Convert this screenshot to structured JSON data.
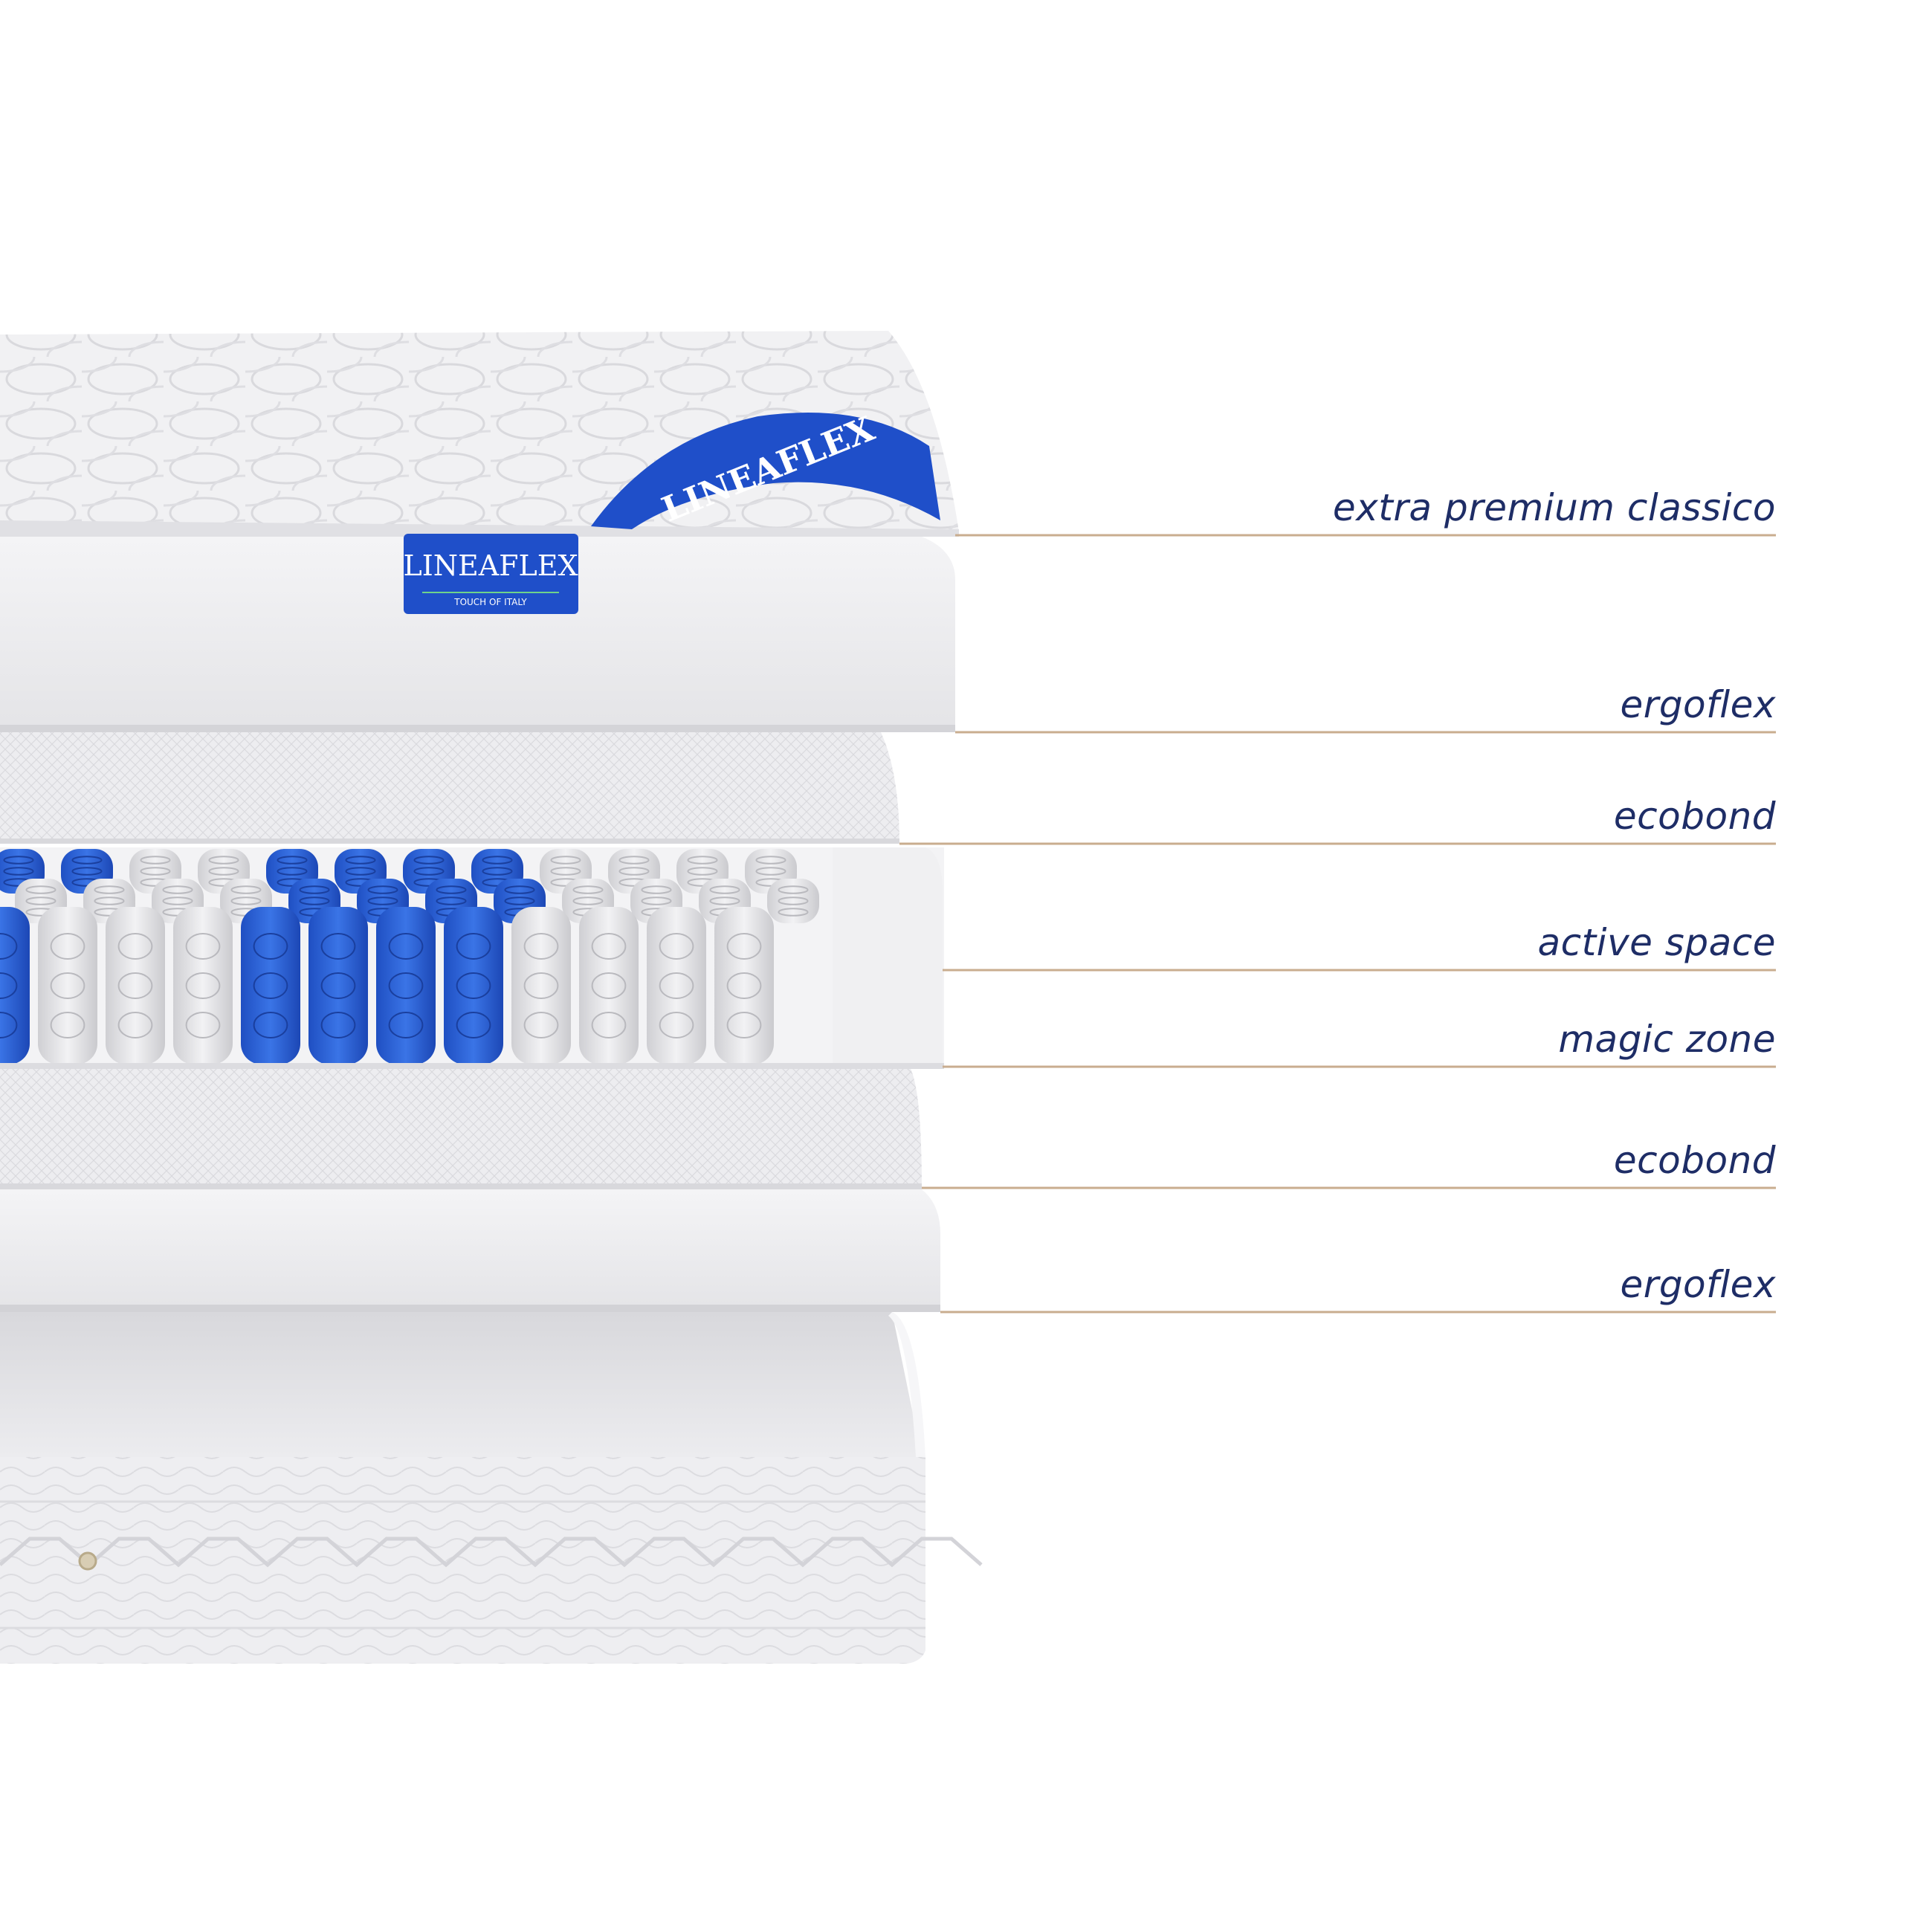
{
  "brand": {
    "name": "LINEAFLEX",
    "tagline": "TOUCH OF ITALY",
    "tag_color": "#1f4fc9"
  },
  "colors": {
    "label_text": "#1e2d66",
    "leader_line": "#c9ad8f",
    "spring_blue": "#2d63d8",
    "spring_white": "#e6e6e8",
    "foam": "#ececee"
  },
  "layers": [
    {
      "name": "extra premium classico"
    },
    {
      "name": "ergoflex"
    },
    {
      "name": "ecobond"
    },
    {
      "name": "active space"
    },
    {
      "name": "magic zone"
    },
    {
      "name": "ecobond"
    },
    {
      "name": "ergoflex"
    }
  ]
}
